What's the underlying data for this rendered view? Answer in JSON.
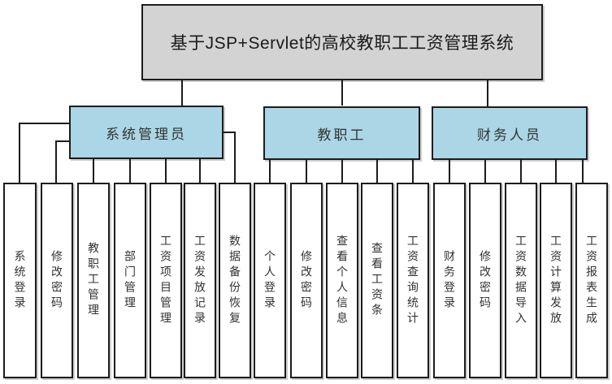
{
  "diagram": {
    "title": "基于JSP+Servlet的高校教职工工资管理系统",
    "branches": [
      {
        "label": "系统管理员",
        "children": [
          "系统登录",
          "修改密码",
          "教职工管理",
          "部门管理",
          "工资项目管理",
          "工资发放记录",
          "数据备份恢复"
        ]
      },
      {
        "label": "教职工",
        "children": [
          "个人登录",
          "修改密码",
          "查看个人信息",
          "查看工资条",
          "工资查询统计"
        ]
      },
      {
        "label": "财务人员",
        "children": [
          "财务登录",
          "修改密码",
          "工资数据导入",
          "工资计算发放",
          "工资报表生成"
        ]
      }
    ],
    "colors": {
      "title_box_fill": "#d3d3d3",
      "role_box_fill": "#abd6e6",
      "line": "#1c1c1c",
      "text": "#333333"
    }
  }
}
